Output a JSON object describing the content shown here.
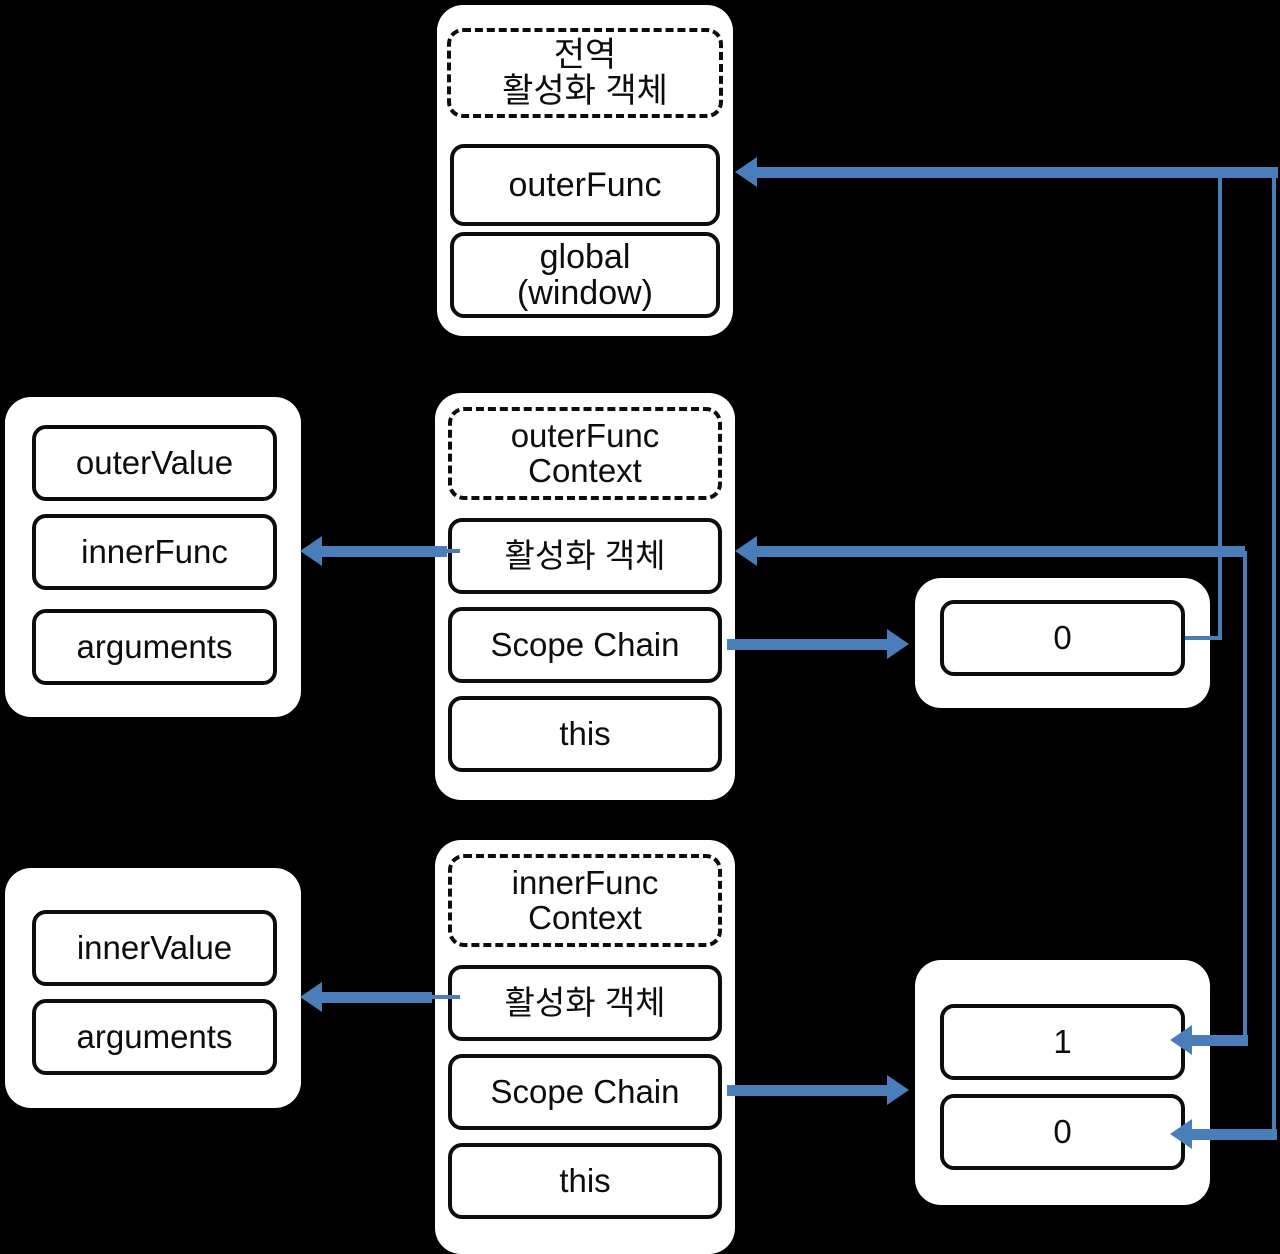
{
  "diagram": {
    "title_semantic": "javascript-closure-scope-chain-diagram",
    "accent_color": "#4a7ebb",
    "stroke_color": "#0d0d0d",
    "background": "#000000"
  },
  "global_context": {
    "header": "전역\n활성화 객체",
    "header_line1": "전역",
    "header_line2": "활성화 객체",
    "slots": [
      {
        "label": "outerFunc"
      },
      {
        "label": "global\n(window)",
        "line1": "global",
        "line2": "(window)"
      }
    ]
  },
  "outer_context": {
    "header_line1": "outerFunc",
    "header_line2": "Context",
    "slots": [
      {
        "label": "활성화 객체"
      },
      {
        "label": "Scope Chain"
      },
      {
        "label": "this"
      }
    ]
  },
  "outer_activation_object": {
    "slots": [
      {
        "label": "outerValue"
      },
      {
        "label": "innerFunc"
      },
      {
        "label": "arguments"
      }
    ]
  },
  "outer_scope_chain": {
    "slots": [
      {
        "label": "0"
      }
    ]
  },
  "inner_context": {
    "header_line1": "innerFunc",
    "header_line2": "Context",
    "slots": [
      {
        "label": "활성화 객체"
      },
      {
        "label": "Scope Chain"
      },
      {
        "label": "this"
      }
    ]
  },
  "inner_activation_object": {
    "slots": [
      {
        "label": "innerValue"
      },
      {
        "label": "arguments"
      }
    ]
  },
  "inner_scope_chain": {
    "slots": [
      {
        "label": "1"
      },
      {
        "label": "0"
      }
    ]
  }
}
